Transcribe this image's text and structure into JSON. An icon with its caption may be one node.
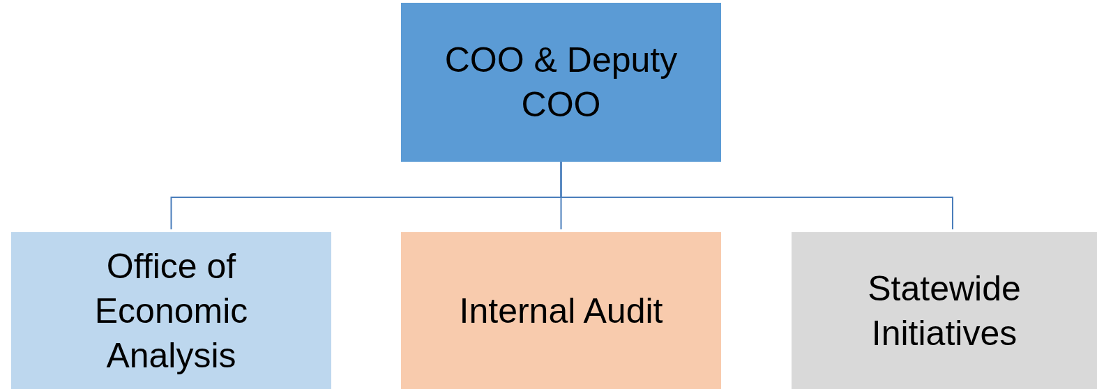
{
  "diagram": {
    "nodes": [
      {
        "text": [
          "COO & Deputy COO"
        ]
      },
      {
        "text": [
          "Office of Economic Analysis"
        ]
      },
      {
        "text": [
          "Internal Audit"
        ]
      },
      {
        "text": [
          "Statewide Initiatives"
        ]
      }
    ],
    "edges": [
      {
        "from": 0,
        "to": 1,
        "arrow": "none"
      },
      {
        "from": 0,
        "to": 2,
        "arrow": "none"
      },
      {
        "from": 0,
        "to": 3,
        "arrow": "none"
      }
    ]
  }
}
